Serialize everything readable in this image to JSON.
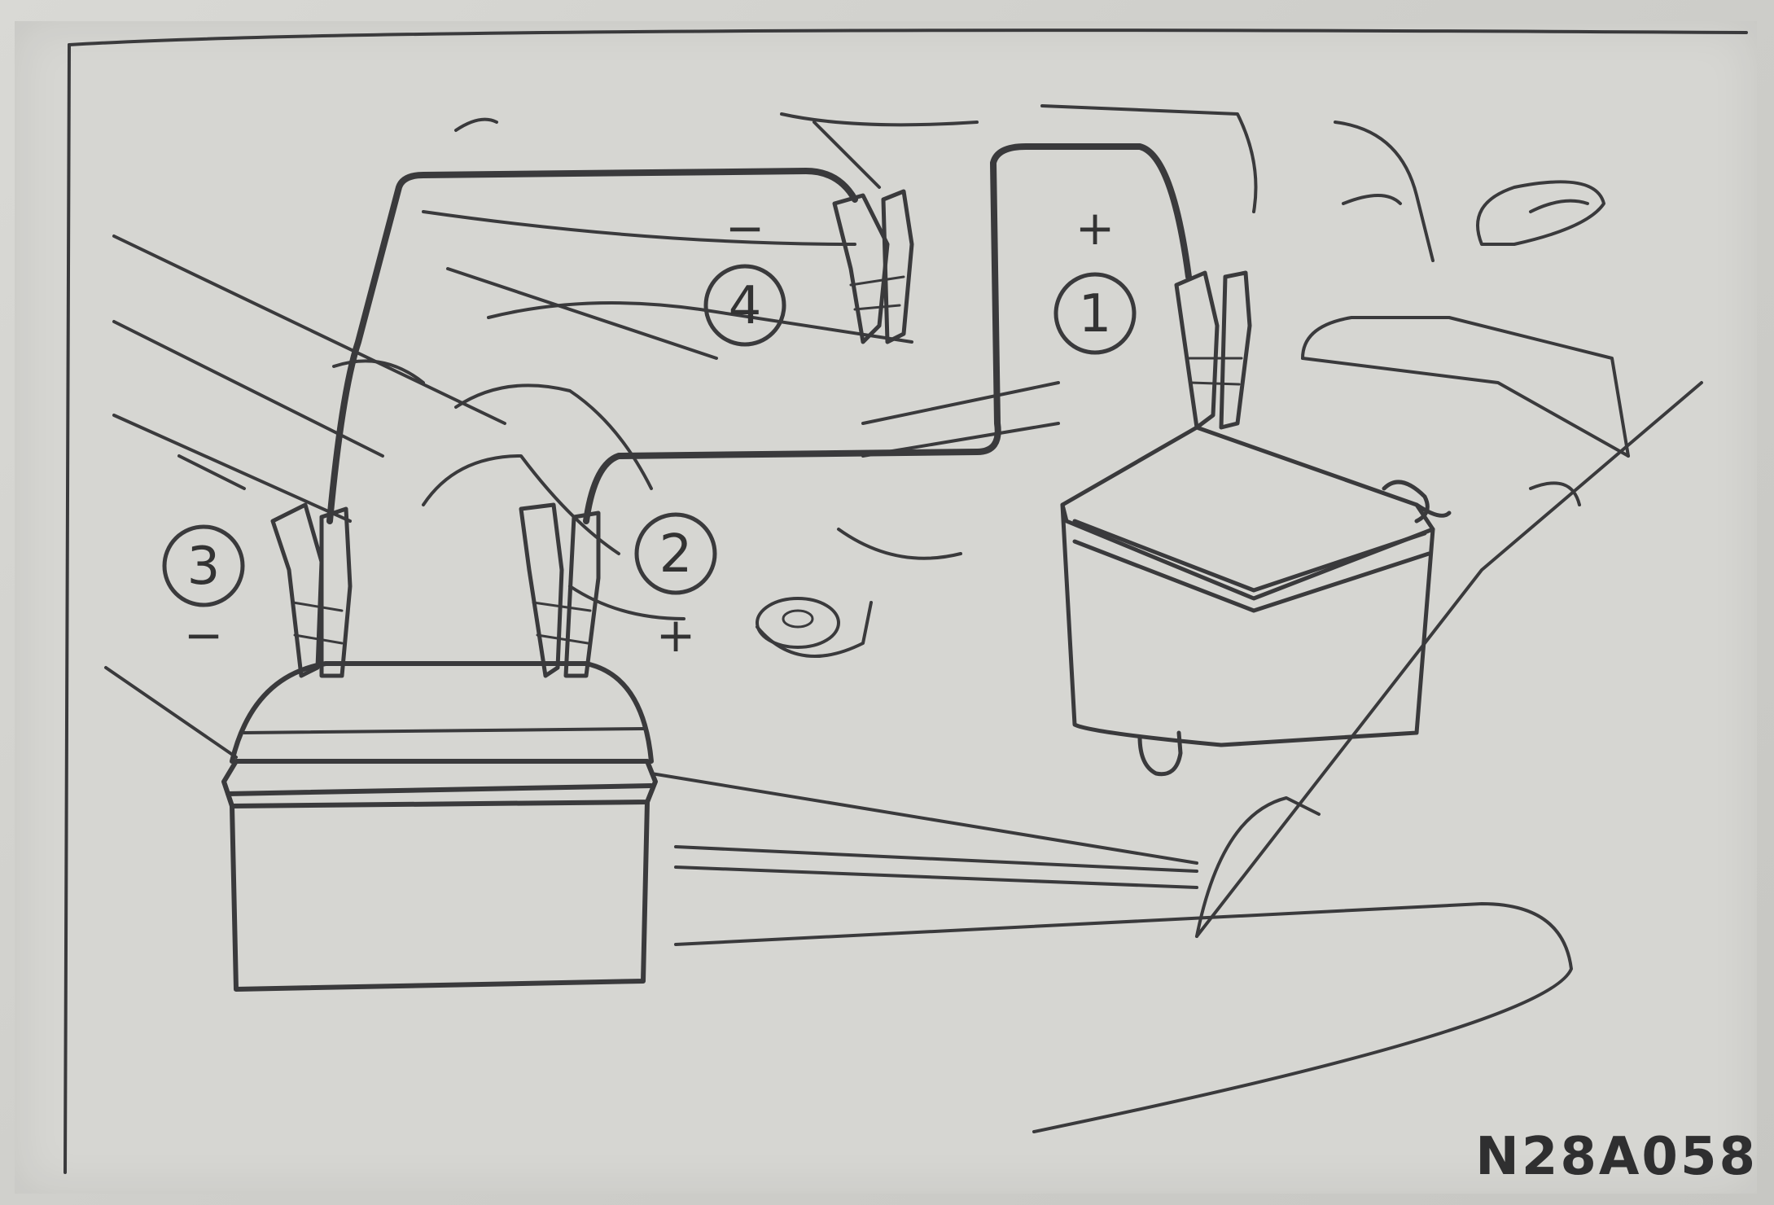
{
  "diagram": {
    "subject": "jump start cable connection",
    "reference_code": "N28A058",
    "callouts": [
      {
        "number": "1",
        "polarity": "+"
      },
      {
        "number": "2",
        "polarity": "+"
      },
      {
        "number": "3",
        "polarity": "−"
      },
      {
        "number": "4",
        "polarity": "−"
      }
    ],
    "colors": {
      "line": "#3a3a3c",
      "paper": "#d6d6d2"
    }
  }
}
